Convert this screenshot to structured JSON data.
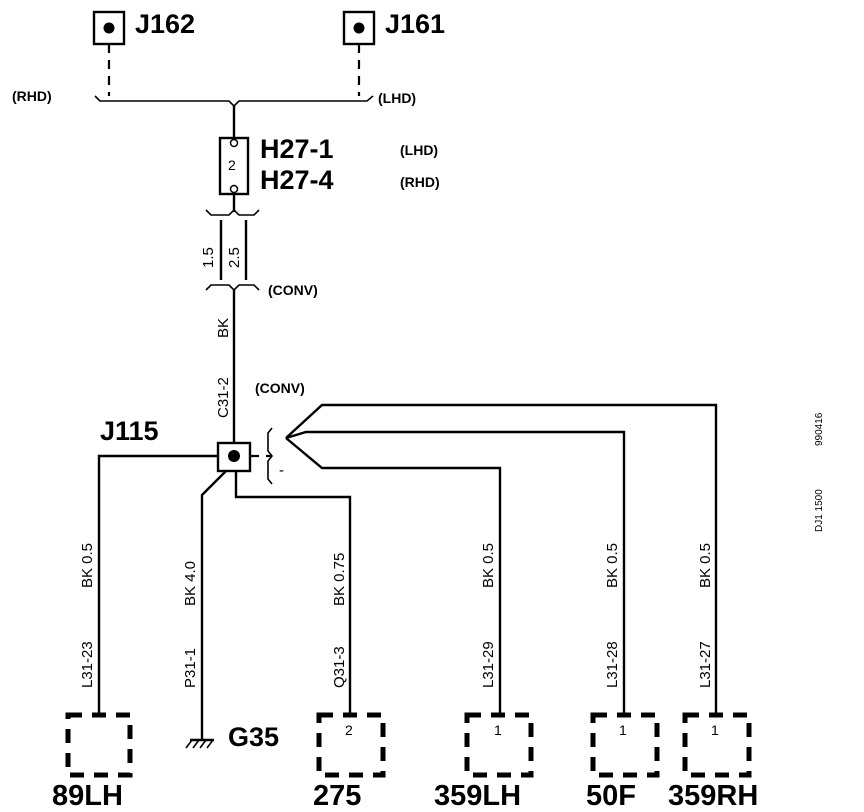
{
  "switches": {
    "left": "J162",
    "right": "J161"
  },
  "variants": {
    "rhd": "(RHD)",
    "lhd": "(LHD)",
    "conv_splice": "(CONV)",
    "conv_branch": "(CONV)"
  },
  "connector_h27": {
    "pin": "2",
    "name_lhd": "H27-1",
    "tag_lhd": "(LHD)",
    "name_rhd": "H27-4",
    "tag_rhd": "(RHD)"
  },
  "wire_sizes": {
    "alt": "1.5",
    "main": "2.5"
  },
  "main_wire": {
    "color": "BK",
    "id": "C31-2"
  },
  "junction": {
    "name": "J115",
    "dash_label": "-"
  },
  "branches": [
    {
      "wire_id": "L31-23",
      "spec": "BK 0.5",
      "pin": "",
      "component": "89LH"
    },
    {
      "wire_id": "P31-1",
      "spec": "BK 4.0",
      "pin": "",
      "component": "G35"
    },
    {
      "wire_id": "Q31-3",
      "spec": "BK 0.75",
      "pin": "2",
      "component": "275"
    },
    {
      "wire_id": "L31-29",
      "spec": "BK 0.5",
      "pin": "1",
      "component": "359LH"
    },
    {
      "wire_id": "L31-28",
      "spec": "BK 0.5",
      "pin": "1",
      "component": "50F"
    },
    {
      "wire_id": "L31-27",
      "spec": "BK 0.5",
      "pin": "1",
      "component": "359RH"
    }
  ],
  "drawing_code": {
    "id": "DJ1 1500",
    "date": "990416"
  }
}
